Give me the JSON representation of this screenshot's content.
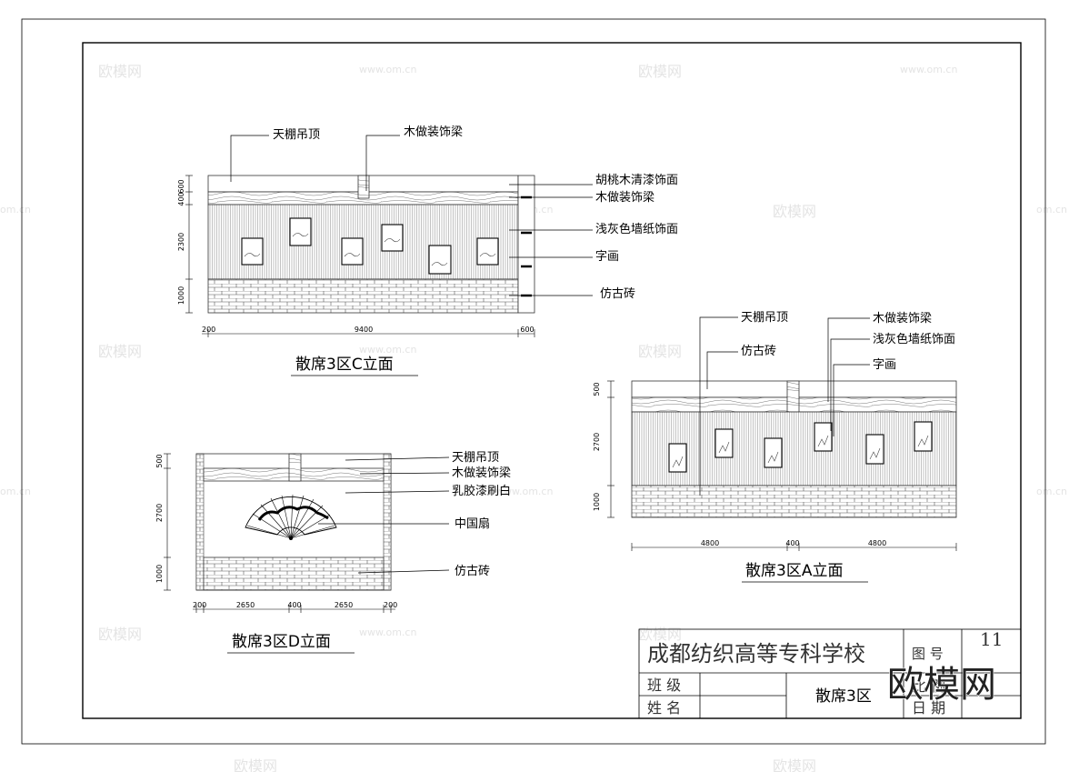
{
  "drawing": {
    "c_elevation": {
      "title": "散席3区C立面",
      "labels": {
        "ceiling": "天棚吊顶",
        "beam_top": "木做装饰梁",
        "walnut": "胡桃木清漆饰面",
        "beam": "木做装饰梁",
        "wallpaper": "浅灰色墙纸饰面",
        "painting": "字画",
        "brick": "仿古砖"
      },
      "dims_v": [
        "600",
        "400",
        "2300",
        "1000"
      ],
      "dims_h": [
        "200",
        "9400",
        "600"
      ]
    },
    "a_elevation": {
      "title": "散席3区A立面",
      "labels": {
        "ceiling": "天棚吊顶",
        "brick": "仿古砖",
        "beam": "木做装饰梁",
        "wallpaper": "浅灰色墙纸饰面",
        "painting": "字画"
      },
      "dims_v": [
        "500",
        "2700",
        "1000"
      ],
      "dims_h": [
        "4800",
        "400",
        "4800"
      ]
    },
    "d_elevation": {
      "title": "散席3区D立面",
      "labels": {
        "ceiling": "天棚吊顶",
        "beam": "木做装饰梁",
        "latex": "乳胶漆刷白",
        "fan": "中国扇",
        "brick": "仿古砖"
      },
      "dims_v": [
        "500",
        "2700",
        "1000"
      ],
      "dims_h": [
        "200",
        "2650",
        "400",
        "2650",
        "200"
      ]
    }
  },
  "title_block": {
    "school": "成都纺织高等专科学校",
    "drawing_no_label": "图 号",
    "drawing_no": "11",
    "class_label": "班 级",
    "name_label": "姓 名",
    "drawing_name": "散席3区",
    "scale_label": "比 例",
    "date_label": "日 期"
  },
  "watermark": {
    "logo": "欧模网",
    "url": "www.om.cn",
    "url_short": "om.cn"
  }
}
